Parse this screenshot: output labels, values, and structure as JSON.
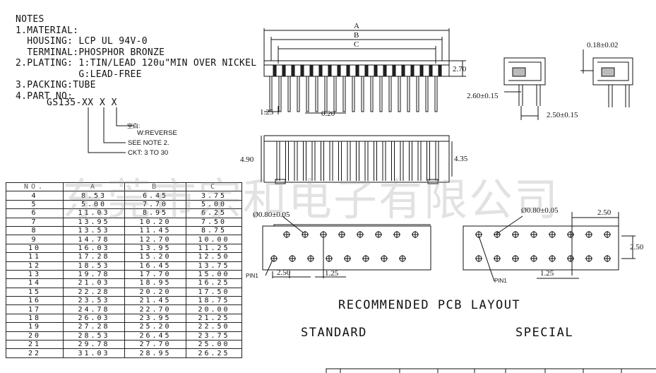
{
  "notes": {
    "heading": "NOTES",
    "lines": [
      "1.MATERIAL:",
      "  HOUSING: LCP UL 94V-0",
      "  TERMINAL:PHOSPHOR BRONZE",
      "2.PLATING: 1:TIN/LEAD 120u\"MIN OVER NICKEL",
      "           G:LEAD-FREE",
      "3.PACKING:TUBE",
      "4.PART NO:"
    ],
    "part_number": "GS135-XX X X",
    "callouts": {
      "blank": "空白:",
      "reverse": "W:REVERSE",
      "see_note": "SEE NOTE 2.",
      "ckt": "CKT: 3 TO 30"
    }
  },
  "watermark": "东莞市宗和电子有限公司",
  "front_view": {
    "dim_a": "A",
    "dim_b": "B",
    "dim_c": "C",
    "height": "2.70",
    "pitch": "1.25",
    "pin_width": "0.20"
  },
  "side_view": {
    "thickness": "0.18±0.02",
    "lead_height": "2.60±0.15",
    "lead_spacing": "2.50±0.15"
  },
  "top_view": {
    "left_height": "4.90",
    "right_height": "4.35"
  },
  "pcb": {
    "hole_std": "Ø0.80±0.05",
    "hole_spec": "Ø0.80±0.05",
    "pin1_std": "PIN1",
    "pin1_spec": "PIN1",
    "row_pitch_std": "2.50",
    "pitch_std": "1.25",
    "spec_top": "2.50",
    "spec_right": "2.50",
    "spec_pitch": "1.25",
    "title": "RECOMMENDED PCB LAYOUT",
    "standard": "STANDARD",
    "special": "SPECIAL"
  },
  "table": {
    "headers": [
      "NO.",
      "A",
      "B",
      "C"
    ],
    "rows": [
      [
        "4",
        "8.53",
        "6.45",
        "3.75"
      ],
      [
        "5",
        "5.00",
        "7.70",
        "5.00"
      ],
      [
        "6",
        "11.03",
        "8.95",
        "6.25"
      ],
      [
        "7",
        "13.95",
        "10.20",
        "7.50"
      ],
      [
        "8",
        "13.53",
        "11.45",
        "8.75"
      ],
      [
        "9",
        "14.78",
        "12.70",
        "10.00"
      ],
      [
        "10",
        "16.03",
        "13.95",
        "11.25"
      ],
      [
        "11",
        "17.28",
        "15.20",
        "12.50"
      ],
      [
        "12",
        "18.53",
        "16.45",
        "13.75"
      ],
      [
        "13",
        "19.78",
        "17.70",
        "15.00"
      ],
      [
        "14",
        "21.03",
        "18.95",
        "16.25"
      ],
      [
        "15",
        "22.28",
        "20.20",
        "17.50"
      ],
      [
        "16",
        "23.53",
        "21.45",
        "18.75"
      ],
      [
        "17",
        "24.78",
        "22.70",
        "20.00"
      ],
      [
        "18",
        "26.03",
        "23.95",
        "21.25"
      ],
      [
        "19",
        "27.28",
        "25.20",
        "22.50"
      ],
      [
        "20",
        "28.53",
        "26.45",
        "23.75"
      ],
      [
        "21",
        "29.78",
        "27.70",
        "25.00"
      ],
      [
        "22",
        "31.03",
        "28.95",
        "26.25"
      ]
    ]
  }
}
